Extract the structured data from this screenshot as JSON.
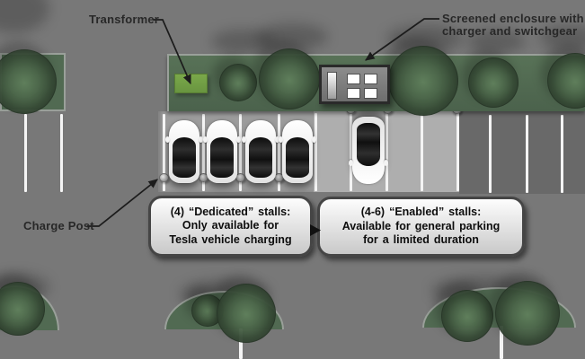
{
  "labels": {
    "transformer": "Transformer",
    "enclosure_line1": "Screened enclosure with",
    "enclosure_line2": "charger and switchgear",
    "charge_post": "Charge Post"
  },
  "callouts": {
    "dedicated": {
      "line1": "(4) “Dedicated” stalls:",
      "line2": "Only available for",
      "line3": "Tesla vehicle charging"
    },
    "enabled": {
      "line1": "(4-6) “Enabled” stalls:",
      "line2": "Available for general parking",
      "line3": "for a limited duration"
    }
  },
  "diagram": {
    "dedicated_stall_count": 4,
    "enabled_stall_count": 4,
    "parked_cars_dedicated": 4,
    "parked_cars_enabled": 1,
    "charge_post_count": 8
  },
  "colors": {
    "pavement": "#787878",
    "dedicated_zone": "#9c9c9c",
    "enabled_zone": "#aeaeae",
    "landscape_green": "#516a52",
    "transformer_green": "#6f9c42",
    "stall_line": "#f4f4f4",
    "callout_fill": "#e3e3e3",
    "label_text": "#282828"
  }
}
